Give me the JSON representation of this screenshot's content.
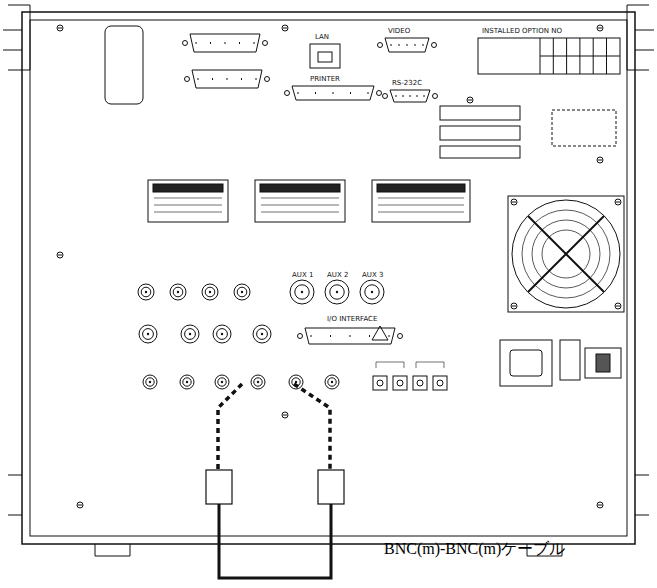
{
  "diagram": {
    "labels": [
      "LAN",
      "VIDEO",
      "PRINTER",
      "RS-232C",
      "INSTALLED OPTION NO",
      "AUX 1",
      "AUX 2",
      "AUX 3",
      "I/O INTERFACE",
      "BNC(m)-BNC(m)ケーブル"
    ]
  }
}
